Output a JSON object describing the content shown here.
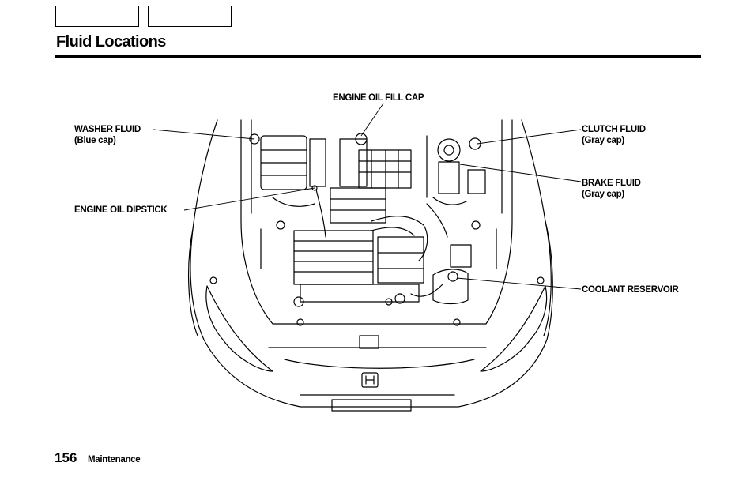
{
  "header": {
    "title": "Fluid Locations"
  },
  "callouts": {
    "engine_oil_fill_cap": "ENGINE OIL FILL CAP",
    "washer_fluid": "WASHER FLUID",
    "washer_fluid_cap": "(Blue cap)",
    "engine_oil_dipstick": "ENGINE OIL DIPSTICK",
    "clutch_fluid": "CLUTCH FLUID",
    "clutch_fluid_cap": "(Gray cap)",
    "brake_fluid": "BRAKE FLUID",
    "brake_fluid_cap": "(Gray cap)",
    "coolant_reservoir": "COOLANT RESERVOIR"
  },
  "footer": {
    "page_number": "156",
    "section": "Maintenance"
  }
}
